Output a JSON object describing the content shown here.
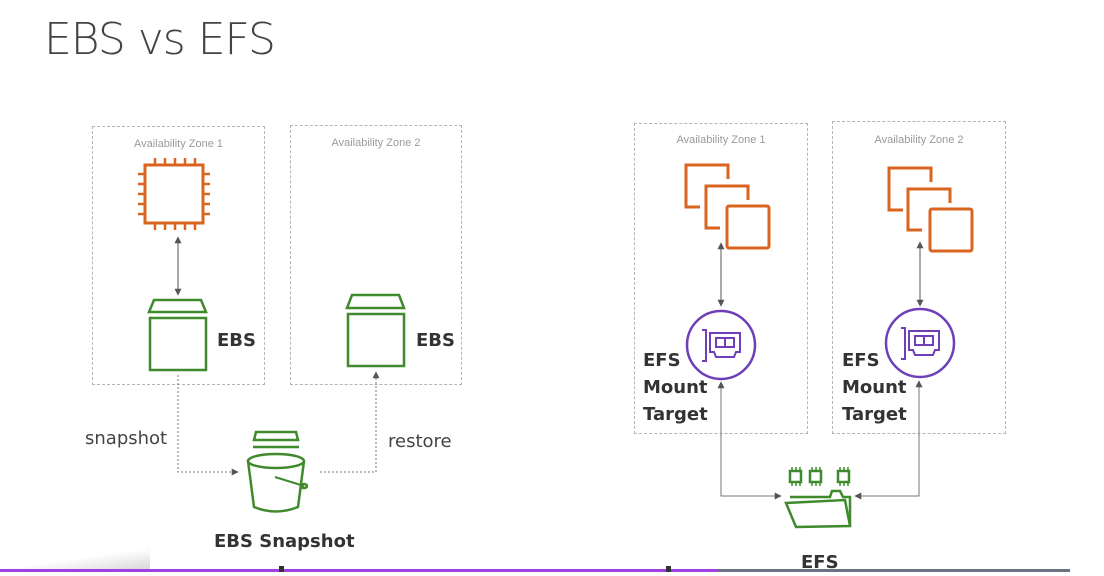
{
  "title": "EBS vs EFS",
  "ebs_side": {
    "zones": [
      {
        "label": "Availability Zone 1",
        "instance": "ec2-instance-icon",
        "volume_label": "EBS"
      },
      {
        "label": "Availability Zone 2",
        "volume_label": "EBS"
      }
    ],
    "snapshot_label": "snapshot",
    "restore_label": "restore",
    "snapshot_store_label": "EBS Snapshot"
  },
  "efs_side": {
    "zones": [
      {
        "label": "Availability Zone 1",
        "mount_target_label": "EFS Mount Target",
        "mount_lines": [
          "EFS",
          "Mount",
          "Target"
        ]
      },
      {
        "label": "Availability Zone 2",
        "mount_target_label": "EFS Mount Target",
        "mount_lines": [
          "EFS",
          "Mount",
          "Target"
        ]
      }
    ],
    "filesystem_label": "EFS"
  },
  "colors": {
    "ec2_orange": "#d9641f",
    "storage_green": "#3f8a2c",
    "network_purple": "#6e3fb8",
    "arrow_gray": "#555555",
    "progress_purple": "#a23fe0"
  },
  "video": {
    "progress": 0.67
  }
}
